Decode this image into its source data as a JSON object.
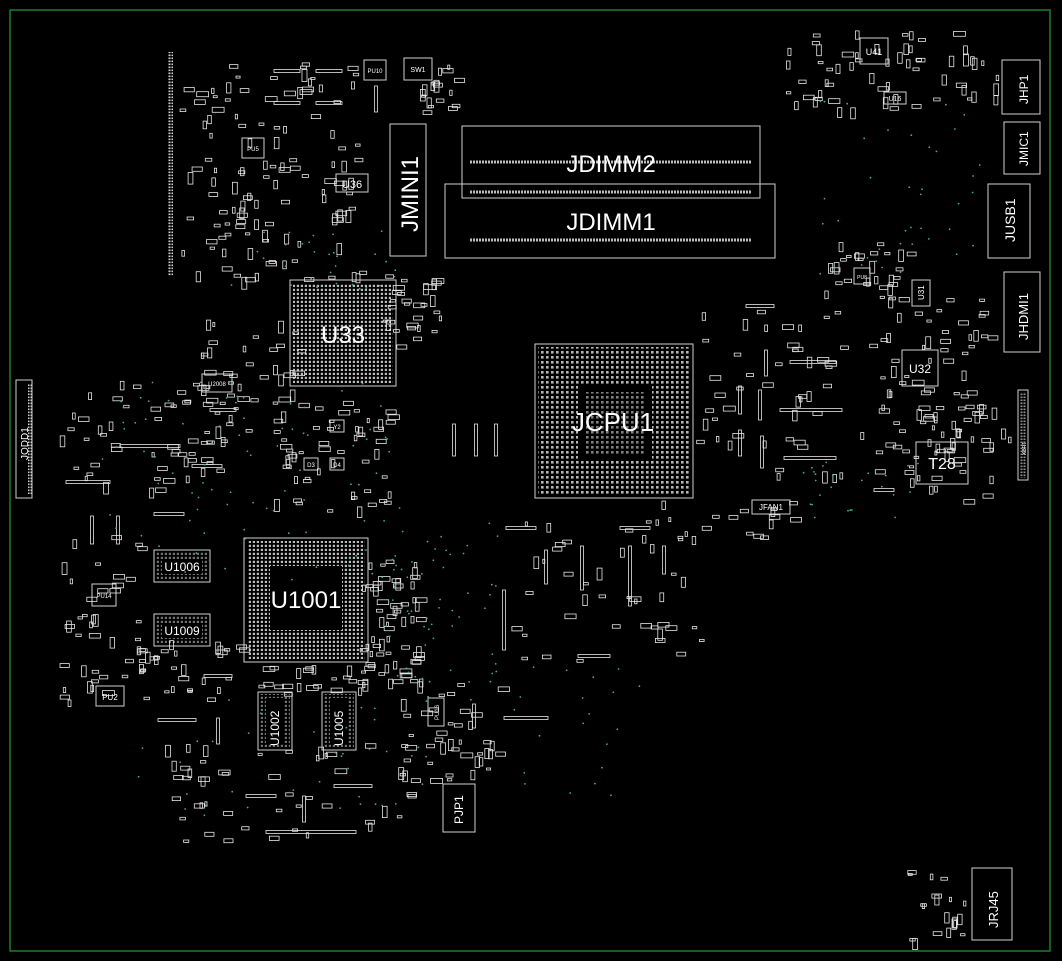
{
  "colors": {
    "background": "#000000",
    "board_outline": "#1f7a2a",
    "silkscreen": "#e6e6e6",
    "vias": "#3fae8f"
  },
  "labels": {
    "jdimm2": "JDIMM2",
    "jdimm1": "JDIMM1",
    "jmini1": "JMINI1",
    "u33": "U33",
    "jcpu1": "JCPU1",
    "u1001": "U1001",
    "u1006": "U1006",
    "u1009": "U1009",
    "u1002": "U1002",
    "u1005": "U1005",
    "u36": "U36",
    "u41": "U41",
    "u16": "U16",
    "u31": "U31",
    "u32": "U32",
    "t28": "T28",
    "jfan1": "JFAN1",
    "jhp1": "JHP1",
    "jmic1": "JMIC1",
    "jusb1": "JUSB1",
    "jhdmi1": "JHDMI1",
    "jrj45": "JRJ45",
    "jodd1": "JODD1",
    "pjp1": "PJP1",
    "pu2": "PU2",
    "pu14": "PU14",
    "pu5": "PU5",
    "pu10": "PU10",
    "pu16": "PU16",
    "pu8": "PU8",
    "sw1": "SW1",
    "u2008": "U2008",
    "y2": "Y2",
    "d3": "D3",
    "d4": "D4",
    "xbrt": "XBRT"
  }
}
